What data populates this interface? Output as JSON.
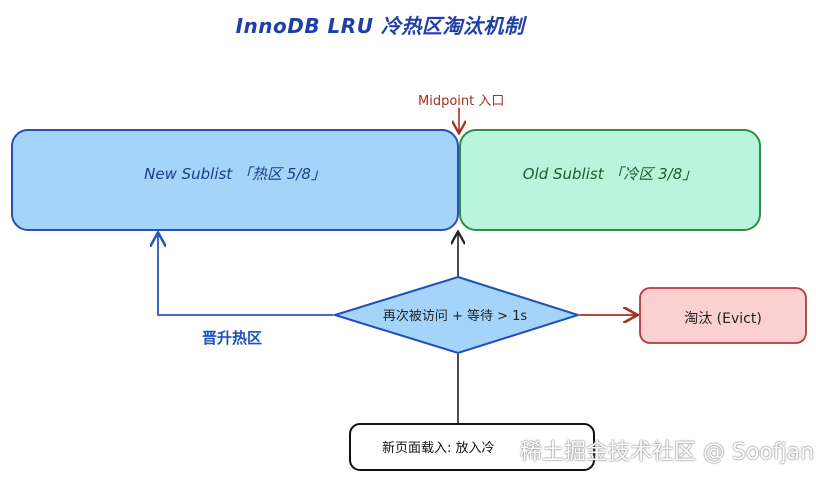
{
  "title": "InnoDB LRU 冷热区淘汰机制",
  "midpoint_label": "Midpoint 入口",
  "new_sublist_label": "New Sublist 「热区 5/8」",
  "old_sublist_label": "Old Sublist 「冷区 3/8」",
  "decision_label": "再次被访问 + 等待 > 1s",
  "evict_label": "淘汰 (Evict)",
  "promote_label": "晋升热区",
  "load_label": "新页面载入: 放入冷",
  "watermark": "稀土掘金技术社区 @ Soofjan",
  "colors": {
    "new_fill": "#a5d4fb",
    "new_stroke": "#2a4fb8",
    "old_fill": "#b9f4dc",
    "old_stroke": "#2f8f3f",
    "decision_fill": "#a5d4fb",
    "decision_stroke": "#1f4fb8",
    "evict_fill": "#fbd0d0",
    "evict_stroke": "#b63a3a",
    "arrow_dark": "#222222",
    "arrow_blue": "#2a55c0",
    "arrow_red": "#a3321f"
  }
}
